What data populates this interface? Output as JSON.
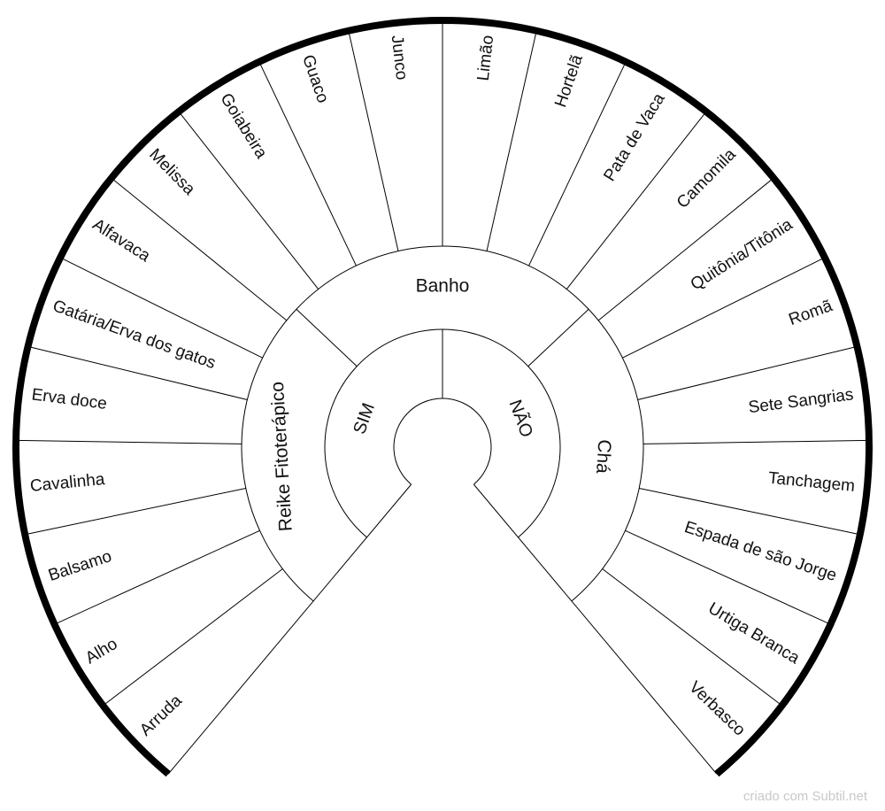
{
  "pendulum": {
    "center": [
      "SIM",
      "NÃO"
    ],
    "middle": [
      "Reike Fitoterápico",
      "Banho",
      "Chá"
    ],
    "outer": [
      "Arruda",
      "Alho",
      "Balsamo",
      "Cavalinha",
      "Erva doce",
      "Gatária/Erva dos gatos",
      "Alfavaca",
      "Melissa",
      "Goiabeira",
      "Guaco",
      "Junco",
      "Limão",
      "Hortelã",
      "Pata de Vaca",
      "Camomila",
      "Quitônia/Titônia",
      "Romã",
      "Sete Sangrias",
      "Tanchagem",
      "Espada de são Jorge",
      "Urtiga Branca",
      "Verbasco"
    ]
  },
  "credit": "criado com Subtil.net"
}
